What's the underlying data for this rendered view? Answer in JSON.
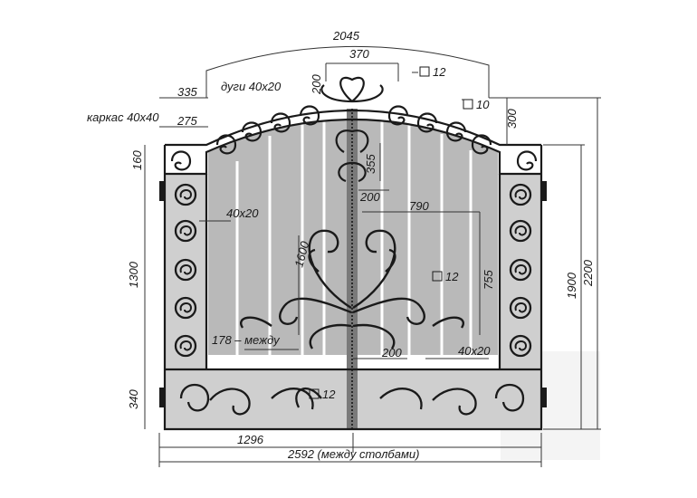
{
  "drawing": {
    "arc_width": "2045",
    "top_ornament_width": "370",
    "top_ornament_height": "200",
    "arc_profile": "дуги 40х20",
    "side_offset": "335",
    "frame_inner": "275",
    "frame_profile": "каркас 40х40",
    "square_top_a": "12",
    "square_top_b": "10",
    "arc_rise": "300",
    "top_band": "160",
    "center_ornament_height": "355",
    "center_ornament_width": "200",
    "panel_profile_left": "40х20",
    "pattern_width": "790",
    "inner_height": "1600",
    "square_mid": "12",
    "pattern_height": "755",
    "side_height": "1300",
    "overall_leaf_height": "1900",
    "overall_height": "2200",
    "bar_spacing": "178 – между",
    "lower_ornament_width": "200",
    "panel_profile_right": "40х20",
    "bottom_band": "340",
    "square_bottom": "12",
    "leaf_width": "1296",
    "total_width": "2592 (между столбами)"
  }
}
